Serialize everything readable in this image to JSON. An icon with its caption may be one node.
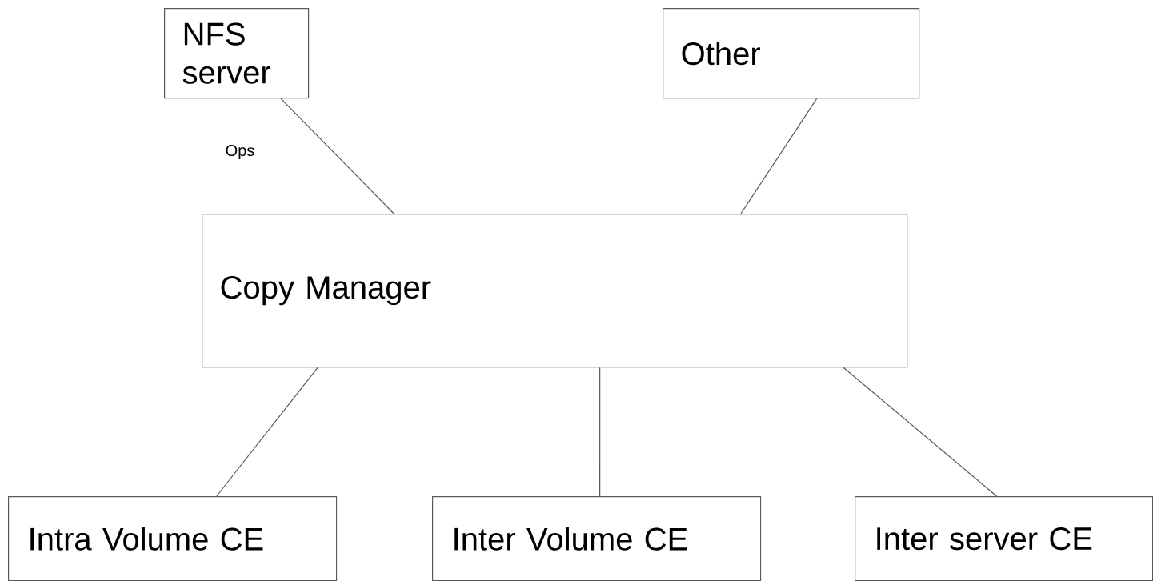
{
  "diagram": {
    "nodes": [
      {
        "text": [
          "NFS server"
        ]
      },
      {
        "text": [
          "Other"
        ]
      },
      {
        "text": [
          "Copy Manager"
        ]
      },
      {
        "text": [
          "Intra Volume CE"
        ]
      },
      {
        "text": [
          "Inter Volume CE"
        ]
      },
      {
        "text": [
          "Inter server CE"
        ]
      }
    ],
    "edges": [
      {
        "from": 0,
        "to": 2,
        "arrow": "none",
        "label": "Ops"
      },
      {
        "from": 1,
        "to": 2,
        "arrow": "none"
      },
      {
        "from": 2,
        "to": 3,
        "arrow": "none"
      },
      {
        "from": 2,
        "to": 4,
        "arrow": "none"
      },
      {
        "from": 2,
        "to": 5,
        "arrow": "none"
      }
    ]
  }
}
